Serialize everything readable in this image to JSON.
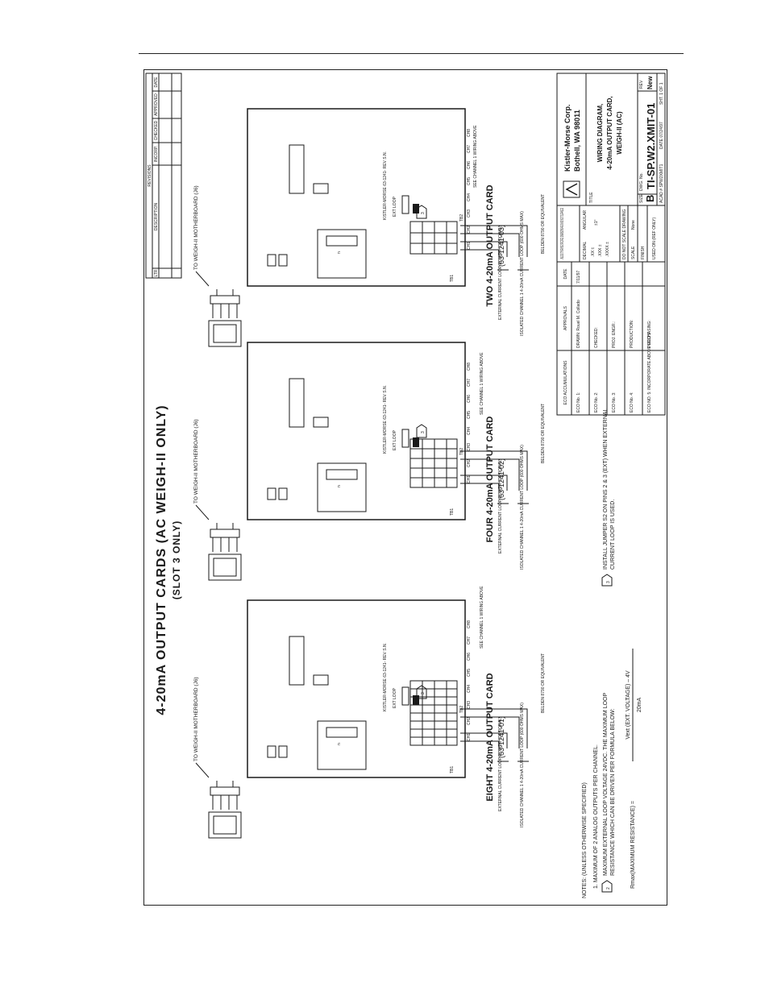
{
  "drawing": {
    "title": "4-20mA OUTPUT CARDS (AC WEIGH-II ONLY)",
    "subtitle": "(SLOT 3 ONLY)"
  },
  "cards": [
    {
      "name": "EIGHT 4-20mA OUTPUT CARD",
      "part_number": "(63-1241-01)",
      "motherboard_label": "TO WEIGH-II MOTHERBOARD (J6)",
      "board_label": "KISTLER-MORSE 63-1241- REV S.N.",
      "tb1": "TB1",
      "ext_loop": "EXT LOOP",
      "tb2": "TB2",
      "channels": [
        "CH1",
        "CH2",
        "CH3",
        "CH4",
        "CH5",
        "CH6",
        "CH7",
        "CH8"
      ],
      "wiring_note": "SEE CHANNEL 1 WIRING ABOVE",
      "ext_power": "EXTERNAL CURRENT LOOP POWER (OPTIONAL)",
      "isolated": "ISOLATED CHANNEL 1 4-20mA CURRENT LOOP (600 OHMS MAX)",
      "cable": "BELDEN 8790 OR EQUIVALENT"
    },
    {
      "name": "FOUR 4-20mA OUTPUT CARD",
      "part_number": "(63-1241-02)",
      "motherboard_label": "TO WEIGH-II MOTHERBOARD (J6)",
      "board_label": "KISTLER-MORSE 63-1241- REV S.N.",
      "tb1": "TB1",
      "ext_loop": "EXT LOOP",
      "tb2": "TB2",
      "channels": [
        "CH1",
        "CH2",
        "CH3",
        "CH4",
        "CH5",
        "CH6",
        "CH7",
        "CH8"
      ],
      "wiring_note": "SEE CHANNEL 1 WIRING ABOVE",
      "ext_power": "EXTERNAL CURRENT LOOP POWER (OPTIONAL)",
      "isolated": "ISOLATED CHANNEL 1 4-20mA CURRENT LOOP (600 OHMS MAX)",
      "cable": "BELDEN 8790 OR EQUIVALENT"
    },
    {
      "name": "TWO 4-20mA OUTPUT CARD",
      "part_number": "(63-1241-03)",
      "motherboard_label": "TO WEIGH-II MOTHERBOARD (J6)",
      "board_label": "KISTLER-MORSE 63-1241- REV S.N.",
      "tb1": "TB1",
      "ext_loop": "EXT LOOP",
      "tb2": "TB2",
      "channels": [
        "CH1",
        "CH2",
        "CH3",
        "CH4",
        "CH5",
        "CH6",
        "CH7",
        "CH8"
      ],
      "wiring_note": "SEE CHANNEL 1 WIRING ABOVE",
      "ext_power": "EXTERNAL CURRENT LOOP POWER (OPTIONAL)",
      "isolated": "ISOLATED CHANNEL 1 4-20mA CURRENT LOOP (600 OHMS MAX)",
      "cable": "BELDEN 8790 OR EQUIVALENT"
    }
  ],
  "notes": {
    "heading": "NOTES: (UNLESS OTHERWISE SPECIFIED)",
    "n1": "1.   MAXIMUM OF 2 ANALOG OUTPUTS PER CHANNEL.",
    "n2_num": "2",
    "n2a": "MAXIMUM EXTERNAL LOOP VOLTAGE 24VDC. THE MAXIMUM LOOP",
    "n2b": "RESISTANCE WHICH CAN BE DRIVEN PER FORMULA BELOW:",
    "formula_lhs": "Rmax(MAXIMUM RESISTANCE) =",
    "formula_num": "Vext (EXT. VOLTAGE) – 4V",
    "formula_den": "20mA",
    "n3_num": "3",
    "n3a": "INSTALL JUMPER S2 ON PINS 2 & 3 (EXT) WHEN EXTERNAL",
    "n3b": "CURRENT LOOP IS USED."
  },
  "revisions": {
    "heading": "REVISIONS",
    "columns": [
      "LTR",
      "DESCRIPTION",
      "INCORP.",
      "CHECKED",
      "APPROVED",
      "DATE"
    ]
  },
  "title_block": {
    "eco_heading": "ECO ACCUMULATIONS",
    "eco_rows": [
      "ECO No. 1:",
      "ECO No. 2:",
      "ECO No. 3:",
      "ECO No. 4:",
      "ECO NO. 5: INCORPORATE ABOVE ECO'S"
    ],
    "approvals_heading": "APPROVALS",
    "date_heading": "DATE",
    "approval_rows": [
      "DRAWN: Rouel M. Collado",
      "CHECKED:",
      "PROJ. ENGR.:",
      "PRODUCTION:",
      "PURCHASING:"
    ],
    "drawn_date": "7/11/97",
    "tolerances": "UNLESS OTHERWISE SPECIFIED DIMENSIONS ARE IN INCHES TOLERANCES",
    "decimal": "DECIMAL",
    "angular": "ANGULAR",
    "xx": ".XX ±",
    "xxx": ".XXX ±",
    "xxxx": ".XXXX ±",
    "angular_val": "±1°",
    "do_not_scale": "DO NOT SCALE DRAWING",
    "scale_label": "SCALE",
    "scale_value": "None",
    "finish": "FINISH",
    "used_on": "USED ON (REF ONLY)",
    "company": "Kistler-Morse Corp.",
    "city": "Bothell, WA 98011",
    "title_label": "TITLE",
    "title_lines": [
      "WIRING DIAGRAM,",
      "4-20mA OUTPUT CARD,",
      "WEIGH-II (AC)"
    ],
    "size_label": "SIZE",
    "size": "B",
    "dwg_label": "DWG. No.",
    "dwg_no": "TI-SP.W2.XMIT-01",
    "rev_label": "REV",
    "rev": "New",
    "acad": "ACAD # SPW2XMIT1",
    "date_line": "DATE 07/24/97",
    "sheet": "SHT. 1 OF 1"
  }
}
